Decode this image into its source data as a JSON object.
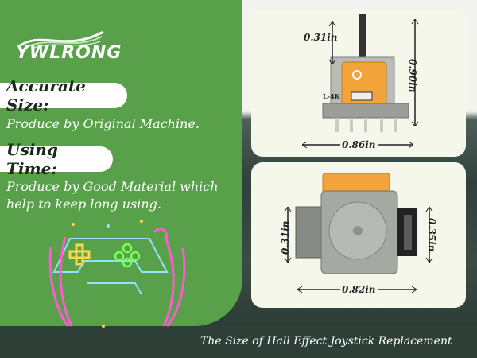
{
  "brand": {
    "name": "YWLRONG"
  },
  "features": [
    {
      "title": "Accurate Size:",
      "description": "Produce by Original Machine."
    },
    {
      "title": "Using Time:",
      "description_line1": "Produce by Good Material which",
      "description_line2": "help to keep long using."
    }
  ],
  "top_card": {
    "height_label": "0.31in",
    "total_height_label": "0.90in",
    "width_label": "0.86in",
    "chip_label": "L-4K"
  },
  "bottom_card": {
    "left_label": "0.31in",
    "right_label": "0.35in",
    "width_label": "0.82in"
  },
  "caption": "The Size of Hall Effect Joystick Replacement",
  "colors": {
    "green": "#58a14a",
    "orange": "#f2a43a",
    "gray": "#8f918e"
  }
}
